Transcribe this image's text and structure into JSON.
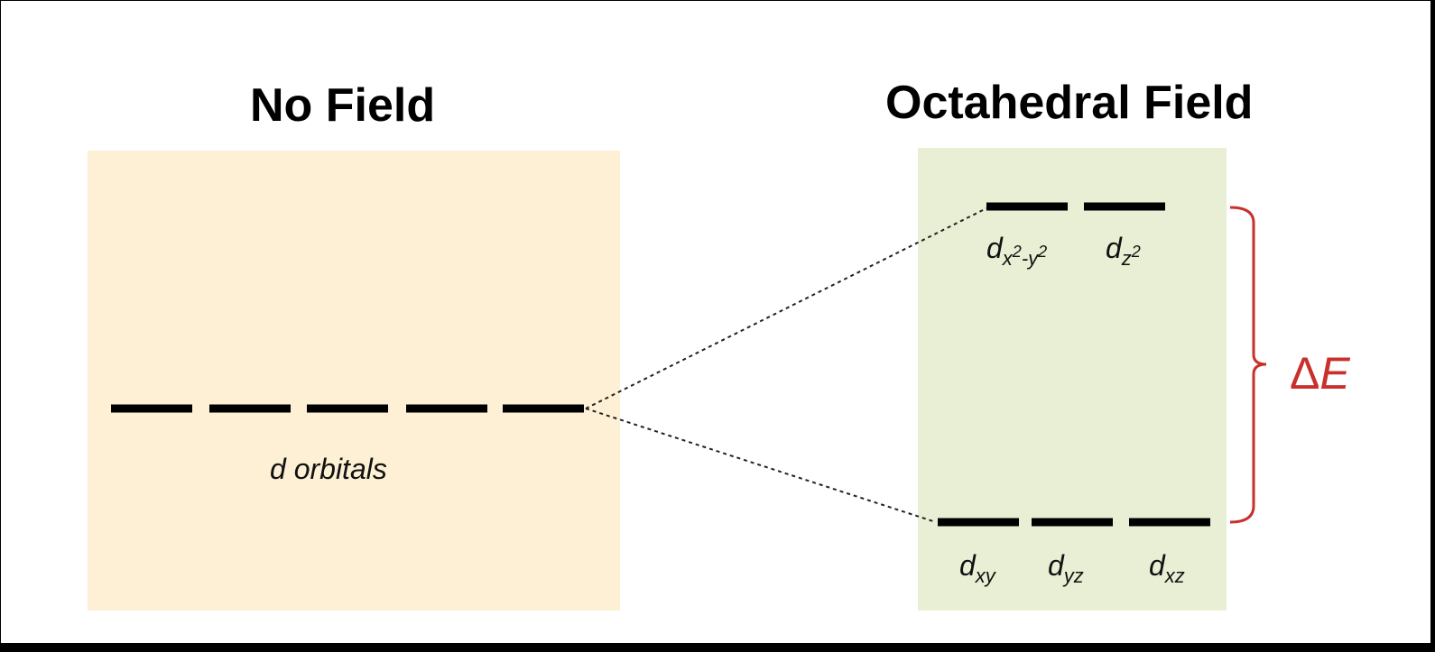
{
  "left": {
    "heading": "No Field",
    "caption": "d orbitals",
    "color": "#fdf0d4"
  },
  "right": {
    "heading": "Octahedral Field",
    "color": "#e8efd4",
    "upper_orbitals": [
      {
        "base": "d",
        "sub": "x",
        "sub_sup1": "2",
        "sub_mid": "-y",
        "sub_sup2": "2"
      },
      {
        "base": "d",
        "sub": "z",
        "sub_sup1": "2"
      }
    ],
    "lower_orbitals": [
      {
        "base": "d",
        "sub": "xy"
      },
      {
        "base": "d",
        "sub": "yz"
      },
      {
        "base": "d",
        "sub": "xz"
      }
    ]
  },
  "splitting": {
    "symbol": "Δ",
    "variable": "E",
    "color": "#c8312b"
  }
}
